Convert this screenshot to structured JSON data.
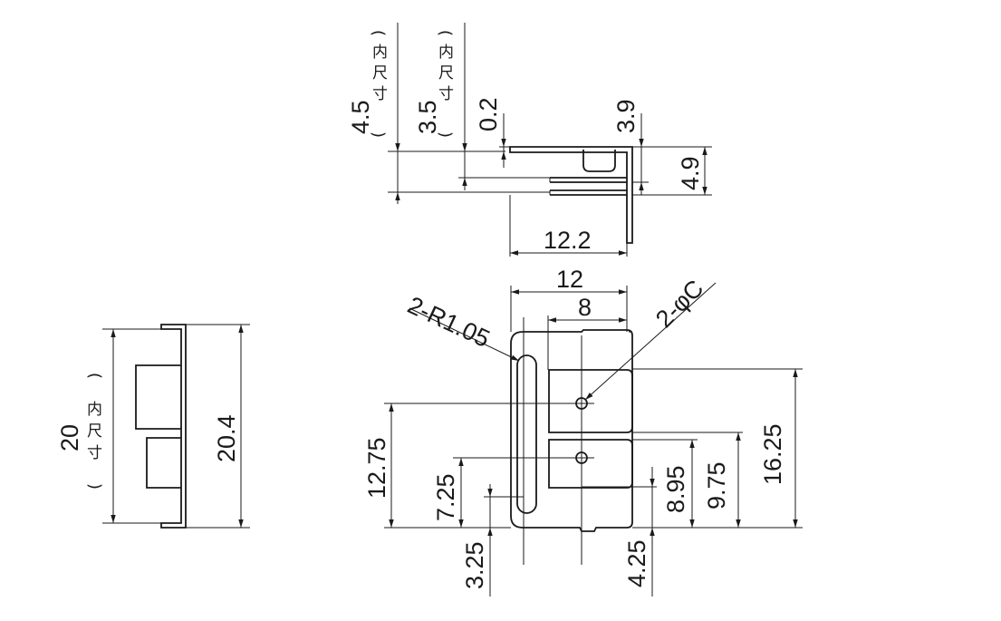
{
  "labels": {
    "top_4_5": "4.5",
    "top_3_5": "3.5",
    "top_0_2": "0.2",
    "top_3_9": "3.9",
    "top_4_9": "4.9",
    "top_12_2": "12.2",
    "front_12": "12",
    "front_8": "8",
    "radius": "2-R1.05",
    "hole": "2-φC",
    "v_12_75": "12.75",
    "v_7_25": "7.25",
    "v_3_25": "3.25",
    "v_8_95": "8.95",
    "v_9_75": "9.75",
    "v_16_25": "16.25",
    "v_4_25": "4.25",
    "side_20": "20",
    "side_20_4": "20.4",
    "inner_dim_chars": [
      "内",
      "尺",
      "寸"
    ],
    "paren_open": "(",
    "paren_close": ")"
  }
}
